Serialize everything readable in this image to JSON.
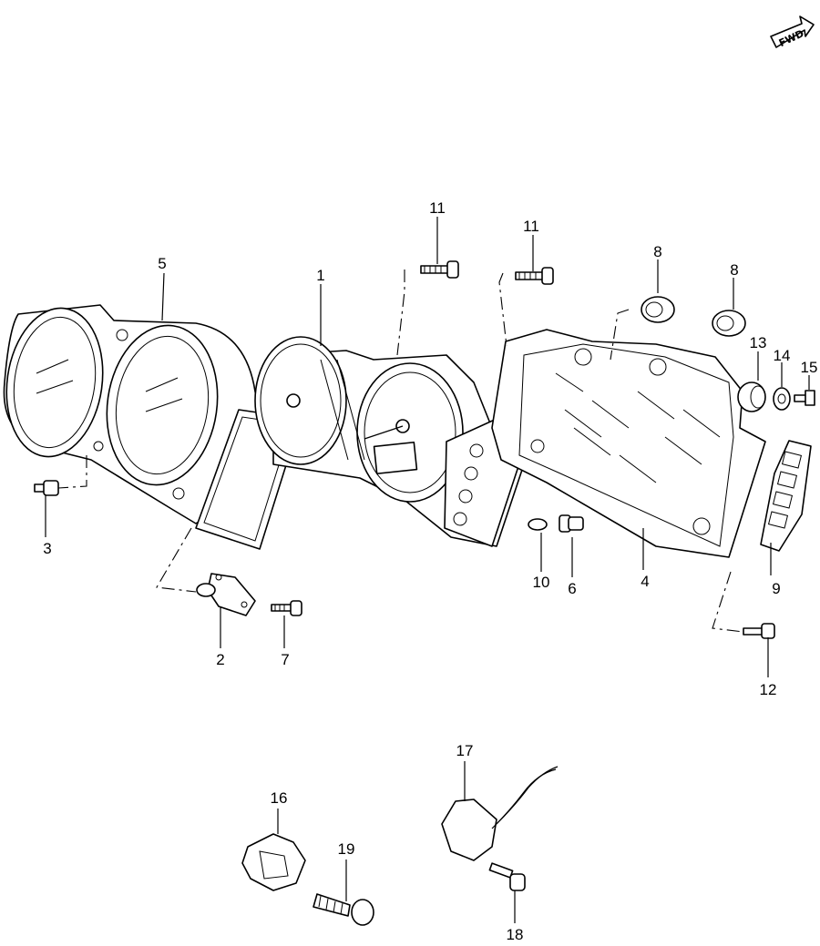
{
  "fwd_label": "FWD",
  "callouts": [
    {
      "id": "c1",
      "label": "1"
    },
    {
      "id": "c2",
      "label": "2"
    },
    {
      "id": "c3",
      "label": "3"
    },
    {
      "id": "c4",
      "label": "4"
    },
    {
      "id": "c5",
      "label": "5"
    },
    {
      "id": "c6",
      "label": "6"
    },
    {
      "id": "c7",
      "label": "7"
    },
    {
      "id": "c8a",
      "label": "8"
    },
    {
      "id": "c8b",
      "label": "8"
    },
    {
      "id": "c9",
      "label": "9"
    },
    {
      "id": "c10",
      "label": "10"
    },
    {
      "id": "c11a",
      "label": "11"
    },
    {
      "id": "c11b",
      "label": "11"
    },
    {
      "id": "c12",
      "label": "12"
    },
    {
      "id": "c13",
      "label": "13"
    },
    {
      "id": "c14",
      "label": "14"
    },
    {
      "id": "c15",
      "label": "15"
    },
    {
      "id": "c16",
      "label": "16"
    },
    {
      "id": "c17",
      "label": "17"
    },
    {
      "id": "c18",
      "label": "18"
    },
    {
      "id": "c19",
      "label": "19"
    }
  ]
}
